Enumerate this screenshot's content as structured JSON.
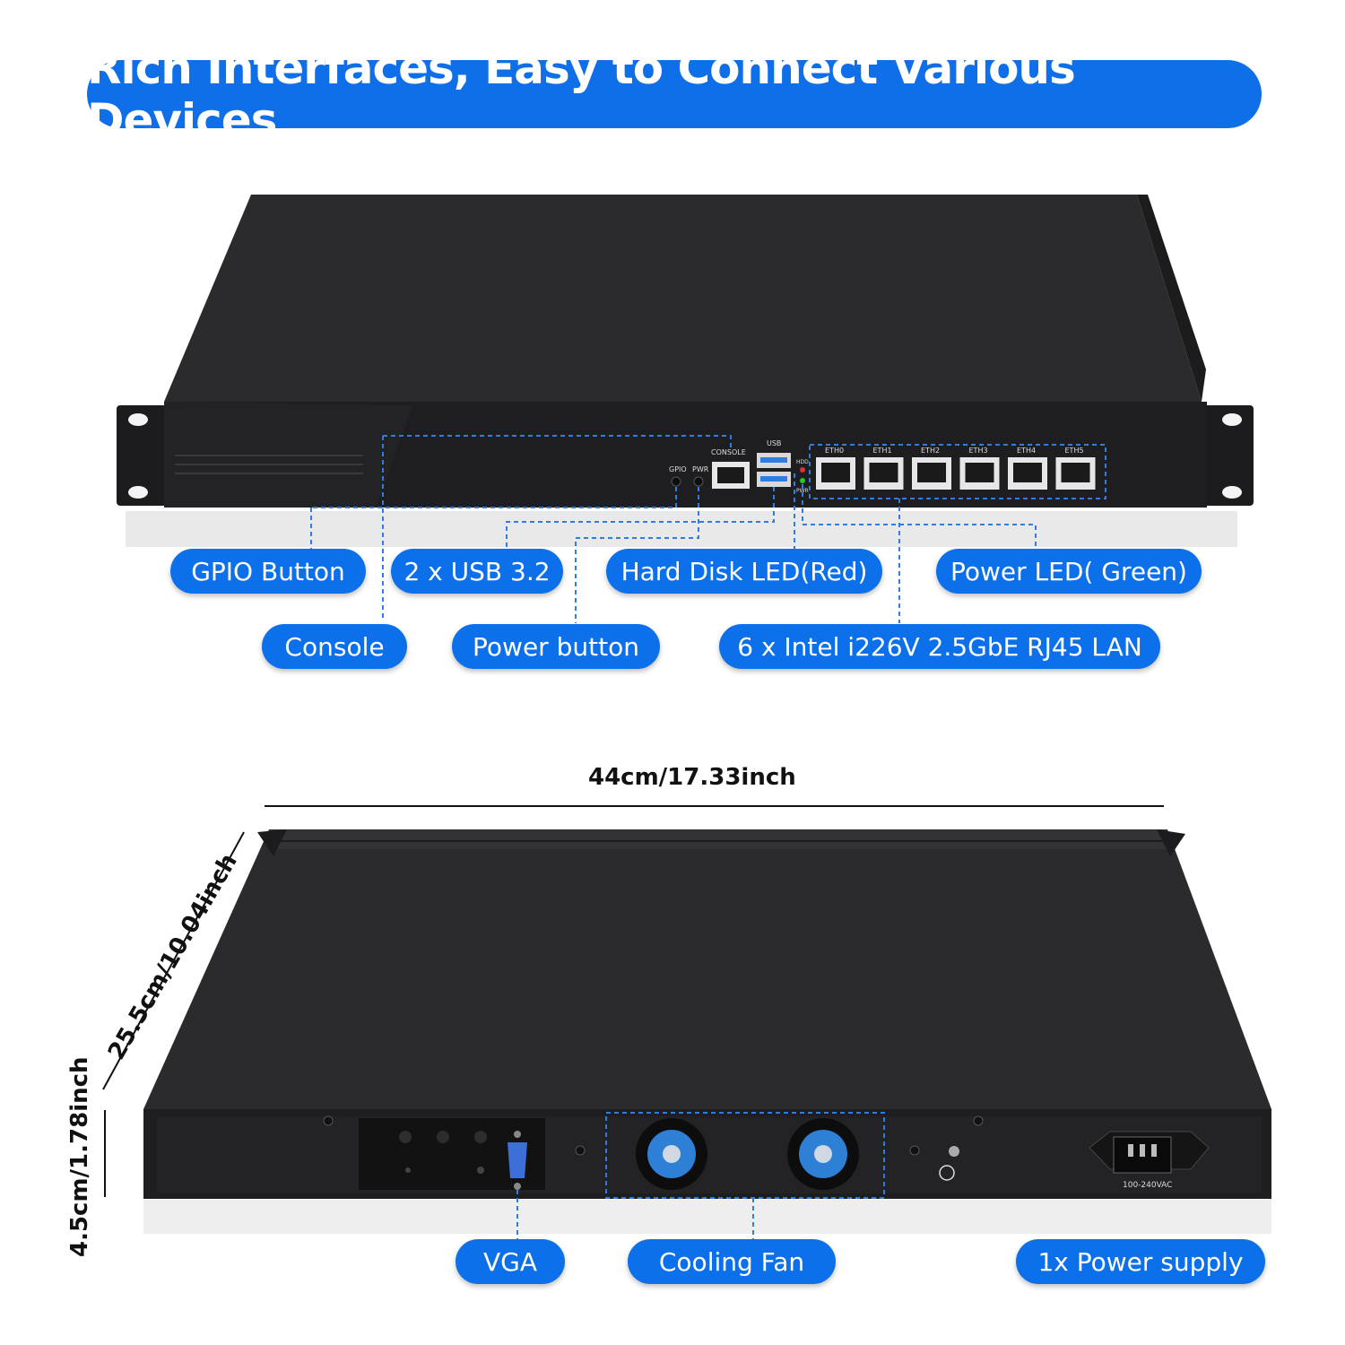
{
  "header": {
    "title": "Rich Interfaces, Easy to Connect Various Devices"
  },
  "front_panel": {
    "port_labels": {
      "console": "CONSOLE",
      "usb": "USB",
      "gpio": "GPIO",
      "pwr": "PWR",
      "hdd": "HDD",
      "pwr_led": "PWR",
      "eth": [
        "ETH0",
        "ETH1",
        "ETH2",
        "ETH3",
        "ETH4",
        "ETH5"
      ]
    },
    "callouts": {
      "gpio_button": "GPIO Button",
      "usb": "2 x USB 3.2",
      "hdd_led": "Hard Disk LED(Red)",
      "power_led": "Power LED( Green)",
      "console": "Console",
      "power_button": "Power button",
      "lan": "6 x Intel i226V 2.5GbE RJ45 LAN"
    }
  },
  "dimensions": {
    "width": "44cm/17.33inch",
    "depth": "25.5cm/10.04inch",
    "height": "4.5cm/1.78inch"
  },
  "rear_panel": {
    "voltage_label": "100-240VAC",
    "callouts": {
      "vga": "VGA",
      "cooling_fan": "Cooling Fan",
      "power_supply": "1x Power supply"
    }
  },
  "colors": {
    "accent": "#0c70ea",
    "chassis": "#2a2a2c",
    "outline": "#2f7de0"
  }
}
